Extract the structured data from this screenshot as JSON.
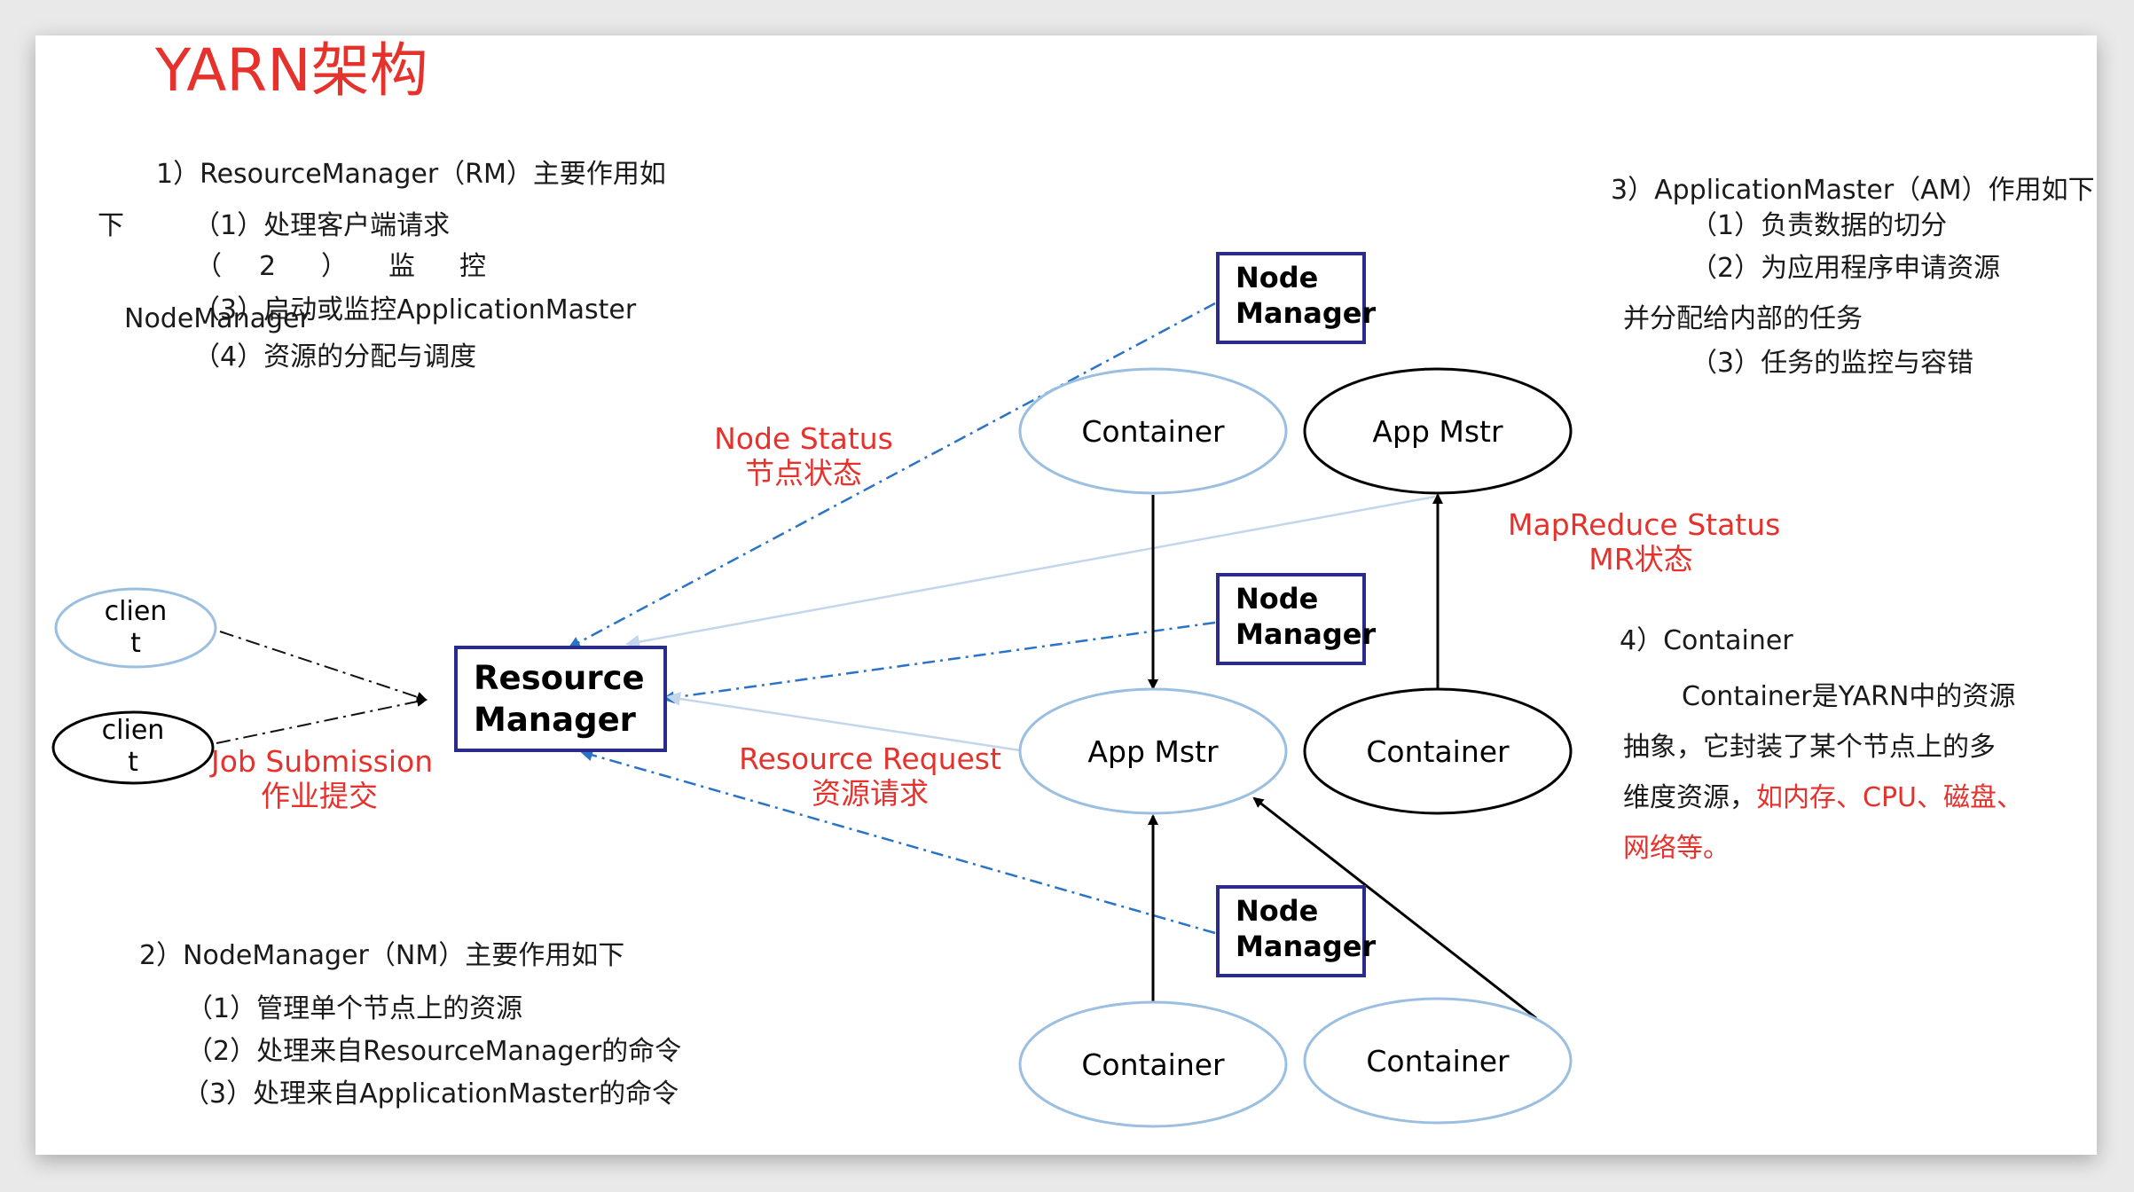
{
  "title": "YARN架构",
  "rm_section": {
    "heading": "1）ResourceManager（RM）主要作用如",
    "heading_wrap": "下",
    "items": [
      "（1）处理客户端请求",
      "（2）监控",
      "（3）启动或监控ApplicationMaster",
      "（4）资源的分配与调度"
    ],
    "overlap_text": "NodeManager",
    "item2_chars": [
      "（",
      "2",
      "）",
      "监",
      "控"
    ]
  },
  "nm_section": {
    "heading": "2）NodeManager（NM）主要作用如下",
    "items": [
      "（1）管理单个节点上的资源",
      "（2）处理来自ResourceManager的命令",
      "（3）处理来自ApplicationMaster的命令"
    ]
  },
  "am_section": {
    "heading": "3）ApplicationMaster（AM）作用如下",
    "items": [
      "（1）负责数据的切分",
      "（2）为应用程序申请资源",
      "并分配给内部的任务",
      "（3）任务的监控与容错"
    ]
  },
  "container_section": {
    "heading": "4）Container",
    "body_lines": [
      "Container是YARN中的资源",
      "抽象，它封装了某个节点上的多",
      "维度资源，"
    ],
    "highlight_inline": "如内存、CPU、磁盘、",
    "highlight_line": "网络等。"
  },
  "diagram": {
    "clients": [
      "clien\nt",
      "clien\nt"
    ],
    "resource_manager": "Resource\nManager",
    "node_managers": [
      "Node\nManager",
      "Node\nManager",
      "Node\nManager"
    ],
    "containers": [
      "Container",
      "Container",
      "Container",
      "Container"
    ],
    "app_masters": [
      "App Mstr",
      "App Mstr"
    ],
    "labels": {
      "node_status_en": "Node Status",
      "node_status_zh": "节点状态",
      "mapreduce_status_en": "MapReduce Status",
      "mapreduce_status_zh": "MR状态",
      "job_submission_en": "Job Submission",
      "job_submission_zh": "作业提交",
      "resource_request_en": "Resource Request",
      "resource_request_zh": "资源请求"
    }
  },
  "colors": {
    "title_red": "#e5322d",
    "node_box_border": "#2b2b8c",
    "light_ellipse": "#9bbfe0",
    "dash_blue": "#2a73c6"
  }
}
